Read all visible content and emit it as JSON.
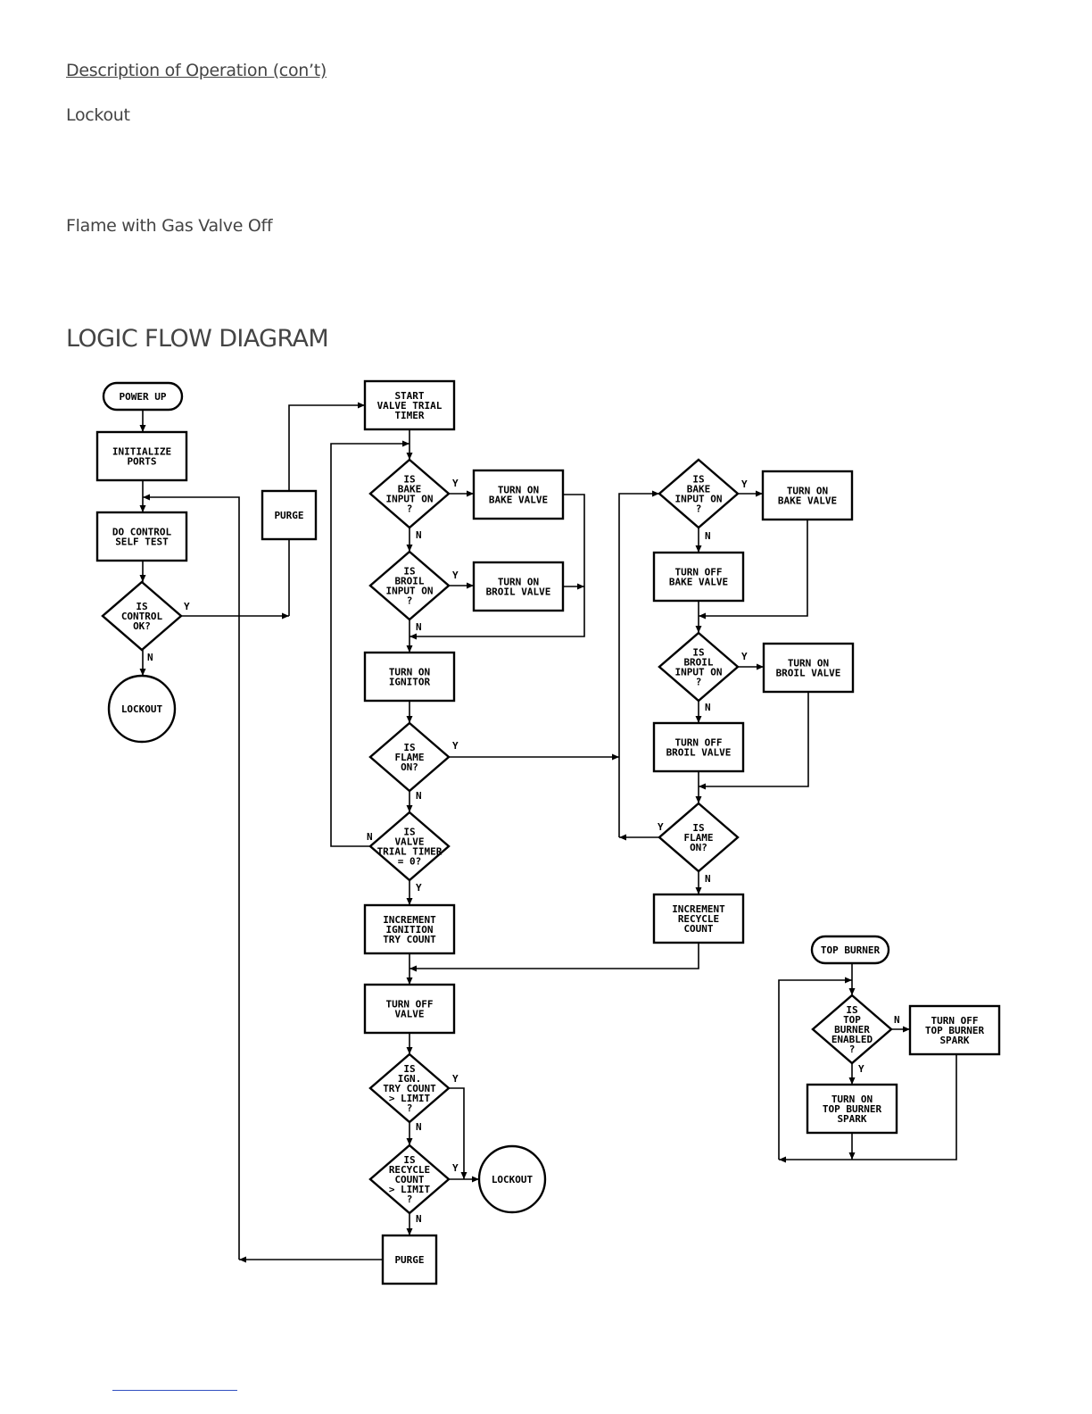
{
  "header": {
    "section_title": "Description of Operation (con’t)",
    "lockout_heading": "Lockout",
    "flame_heading": "Flame with Gas Valve Off"
  },
  "diagram": {
    "title": "LOGIC FLOW DIAGRAM",
    "nodes": {
      "power_up": [
        "POWER UP"
      ],
      "init_ports": [
        "INITIALIZE",
        "PORTS"
      ],
      "self_test": [
        "DO CONTROL",
        "SELF TEST"
      ],
      "control_ok": [
        "IS",
        "CONTROL",
        "OK?"
      ],
      "lockout_1": [
        "LOCKOUT"
      ],
      "purge_1": [
        "PURGE"
      ],
      "start_timer": [
        "START",
        "VALVE TRIAL",
        "TIMER"
      ],
      "bake_in_1": [
        "IS",
        "BAKE",
        "INPUT ON",
        "?"
      ],
      "bake_on_1": [
        "TURN ON",
        "BAKE VALVE"
      ],
      "broil_in_1": [
        "IS",
        "BROIL",
        "INPUT ON",
        "?"
      ],
      "broil_on_1": [
        "TURN ON",
        "BROIL VALVE"
      ],
      "ignitor_on": [
        "TURN ON",
        "IGNITOR"
      ],
      "flame_on_1": [
        "IS",
        "FLAME",
        "ON?"
      ],
      "timer_zero": [
        "IS",
        "VALVE",
        "TRIAL TIMER",
        "= 0?"
      ],
      "inc_ign": [
        "INCREMENT",
        "IGNITION",
        "TRY COUNT"
      ],
      "valve_off": [
        "TURN OFF",
        "VALVE"
      ],
      "ign_limit": [
        "IS",
        "IGN.",
        "TRY COUNT",
        "> LIMIT",
        "?"
      ],
      "recycle_limit": [
        "IS",
        "RECYCLE",
        "COUNT",
        "> LIMIT",
        "?"
      ],
      "lockout_2": [
        "LOCKOUT"
      ],
      "purge_2": [
        "PURGE"
      ],
      "bake_in_2": [
        "IS",
        "BAKE",
        "INPUT ON",
        "?"
      ],
      "bake_on_2": [
        "TURN ON",
        "BAKE VALVE"
      ],
      "bake_off": [
        "TURN OFF",
        "BAKE VALVE"
      ],
      "broil_in_2": [
        "IS",
        "BROIL",
        "INPUT ON",
        "?"
      ],
      "broil_on_2": [
        "TURN ON",
        "BROIL VALVE"
      ],
      "broil_off": [
        "TURN OFF",
        "BROIL VALVE"
      ],
      "flame_on_2": [
        "IS",
        "FLAME",
        "ON?"
      ],
      "inc_recycle": [
        "INCREMENT",
        "RECYCLE",
        "COUNT"
      ],
      "top_burner": [
        "TOP BURNER"
      ],
      "top_enabled": [
        "IS",
        "TOP",
        "BURNER",
        "ENABLED",
        "?"
      ],
      "top_off": [
        "TURN OFF",
        "TOP BURNER",
        "SPARK"
      ],
      "top_on": [
        "TURN ON",
        "TOP BURNER",
        "SPARK"
      ]
    },
    "edge_labels": {
      "yes": "Y",
      "no": "N"
    }
  }
}
